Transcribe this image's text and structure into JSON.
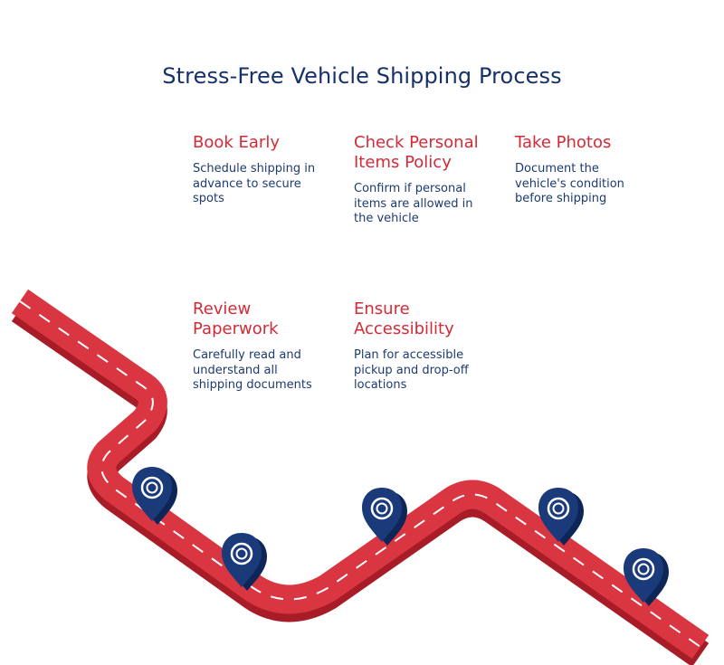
{
  "title": "Stress-Free Vehicle Shipping Process",
  "steps": [
    {
      "title": "Book Early",
      "description": "Schedule shipping in advance to secure spots"
    },
    {
      "title": "Check Personal Items Policy",
      "description": "Confirm if personal items are allowed in the vehicle"
    },
    {
      "title": "Take Photos",
      "description": "Document the vehicle's condition before shipping"
    },
    {
      "title": "Review Paperwork",
      "description": "Carefully read and understand all shipping documents"
    },
    {
      "title": "Ensure Accessibility",
      "description": "Plan for accessible pickup and drop-off locations"
    }
  ],
  "colors": {
    "road": "#d42a36",
    "road_side": "#a81c27",
    "lane_marking": "#ffffff",
    "pin": "#1b3a7a",
    "title": "#16306b",
    "step_title": "#d42a36",
    "step_text": "#1d3a72"
  },
  "icons": [
    "location-pin-icon"
  ]
}
